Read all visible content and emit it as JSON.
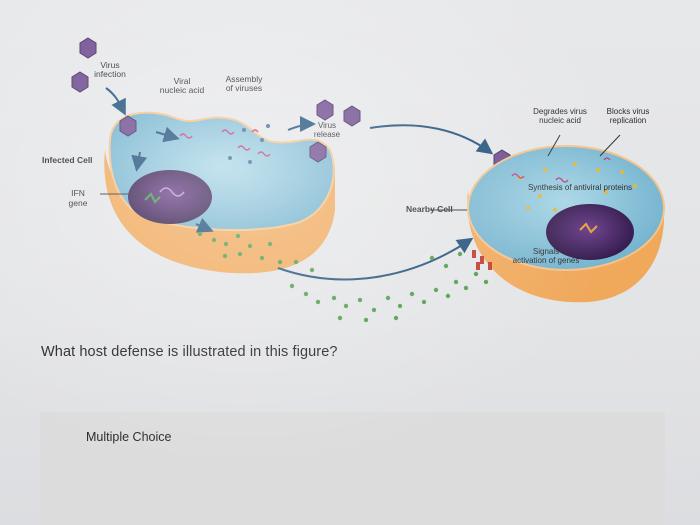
{
  "figure": {
    "labels": {
      "virus_infection": [
        "Virus",
        "infection"
      ],
      "viral_nucleic_acid": [
        "Viral",
        "nucleic acid"
      ],
      "assembly_of_viruses": [
        "Assembly",
        "of viruses"
      ],
      "virus_release": [
        "Virus",
        "release"
      ],
      "infected_cell": "Infected Cell",
      "ifn_gene": [
        "IFN",
        "gene"
      ],
      "nearby_cell": "Nearby Cell",
      "degrades_virus_nucleic_acid": [
        "Degrades virus",
        "nucleic acid"
      ],
      "blocks_virus_replication": [
        "Blocks virus",
        "replication"
      ],
      "synthesis_of_antiviral_proteins": "Synthesis of antiviral proteins",
      "signals_activation_of_genes": [
        "Signals",
        "activation of genes"
      ]
    },
    "colors": {
      "cytoplasm": "#8fc7dc",
      "membrane": "#f0a85a",
      "nucleus": "#4a2a6a",
      "virus": "#6d4a8f",
      "interferon_dots": "#4f9a4a",
      "arrow": "#1f4f7a"
    }
  },
  "question": {
    "text": "What host defense is illustrated in this figure?"
  },
  "answer_panel": {
    "label": "Multiple Choice"
  }
}
